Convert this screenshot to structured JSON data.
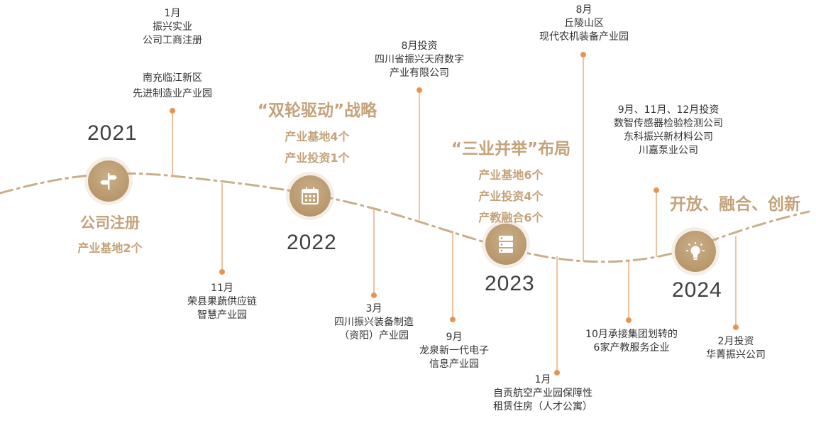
{
  "colors": {
    "accent": "#c4a27a",
    "connector": "#e8924a",
    "curve": "#c9ae8a",
    "text": "#333333"
  },
  "years": [
    "2021",
    "2022",
    "2023",
    "2024"
  ],
  "icons": [
    "signpost-icon",
    "calendar-icon",
    "server-icon",
    "lightbulb-icon"
  ],
  "stages": {
    "s2021": {
      "title": "公司注册",
      "lines": [
        "产业基地2个"
      ]
    },
    "s2022": {
      "title": "“双轮驱动”战略",
      "lines": [
        "产业基地4个",
        "产业投资1个"
      ]
    },
    "s2023": {
      "title": "“三业并举”布局",
      "lines": [
        "产业基地6个",
        "产业投资4个",
        "产教融合6个"
      ]
    },
    "s2024": {
      "title": "开放、融合、创新",
      "lines": []
    }
  },
  "events": [
    {
      "lines": [
        "1月",
        "振兴实业",
        "公司工商注册"
      ]
    },
    {
      "lines": [
        "南充临江新区",
        "先进制造业产业园"
      ]
    },
    {
      "lines": [
        "11月",
        "荣县果蔬供应链",
        "智慧产业园"
      ]
    },
    {
      "lines": [
        "8月投资",
        "四川省振兴天府数字",
        "产业有限公司"
      ]
    },
    {
      "lines": [
        "3月",
        "四川振兴装备制造",
        "（资阳）产业园"
      ]
    },
    {
      "lines": [
        "9月",
        "龙泉新一代电子",
        "信息产业园"
      ]
    },
    {
      "lines": [
        "8月",
        "丘陵山区",
        "现代农机装备产业园"
      ]
    },
    {
      "lines": [
        "1月",
        "自贡航空产业园保障性",
        "租赁住房（人才公寓）"
      ]
    },
    {
      "lines": [
        "9月、11月、12月投资",
        "数智传感器检验检测公司",
        "东科振兴新材料公司",
        "川嘉泵业公司"
      ]
    },
    {
      "lines": [
        "10月承接集团划转的",
        "6家产教服务企业"
      ]
    },
    {
      "lines": [
        "2月投资",
        "华菁振兴公司"
      ]
    }
  ]
}
